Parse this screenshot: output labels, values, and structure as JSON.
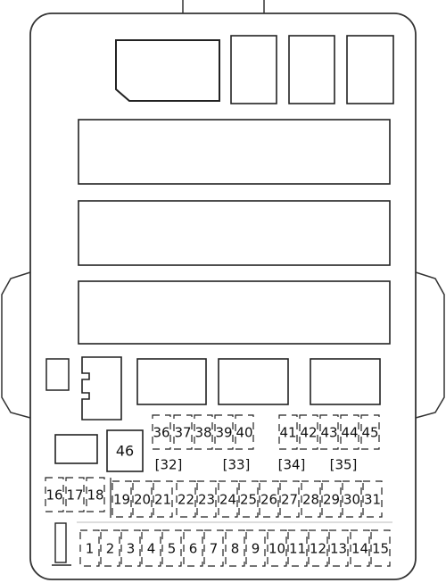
{
  "fusebox": {
    "relay_46_label": "46",
    "group_labels": [
      "[32]",
      "[33]",
      "[34]",
      "[35]"
    ],
    "fuses_row_top": [
      "36",
      "37",
      "38",
      "39",
      "40",
      "41",
      "42",
      "43",
      "44",
      "45"
    ],
    "fuses_left": [
      "16",
      "17",
      "18"
    ],
    "fuses_row_mid": [
      "19",
      "20",
      "21",
      "22",
      "23",
      "24",
      "25",
      "26",
      "27",
      "28",
      "29",
      "30",
      "31"
    ],
    "fuses_row_bottom": [
      "1",
      "2",
      "3",
      "4",
      "5",
      "6",
      "7",
      "8",
      "9",
      "10",
      "11",
      "12",
      "13",
      "14",
      "15"
    ]
  }
}
